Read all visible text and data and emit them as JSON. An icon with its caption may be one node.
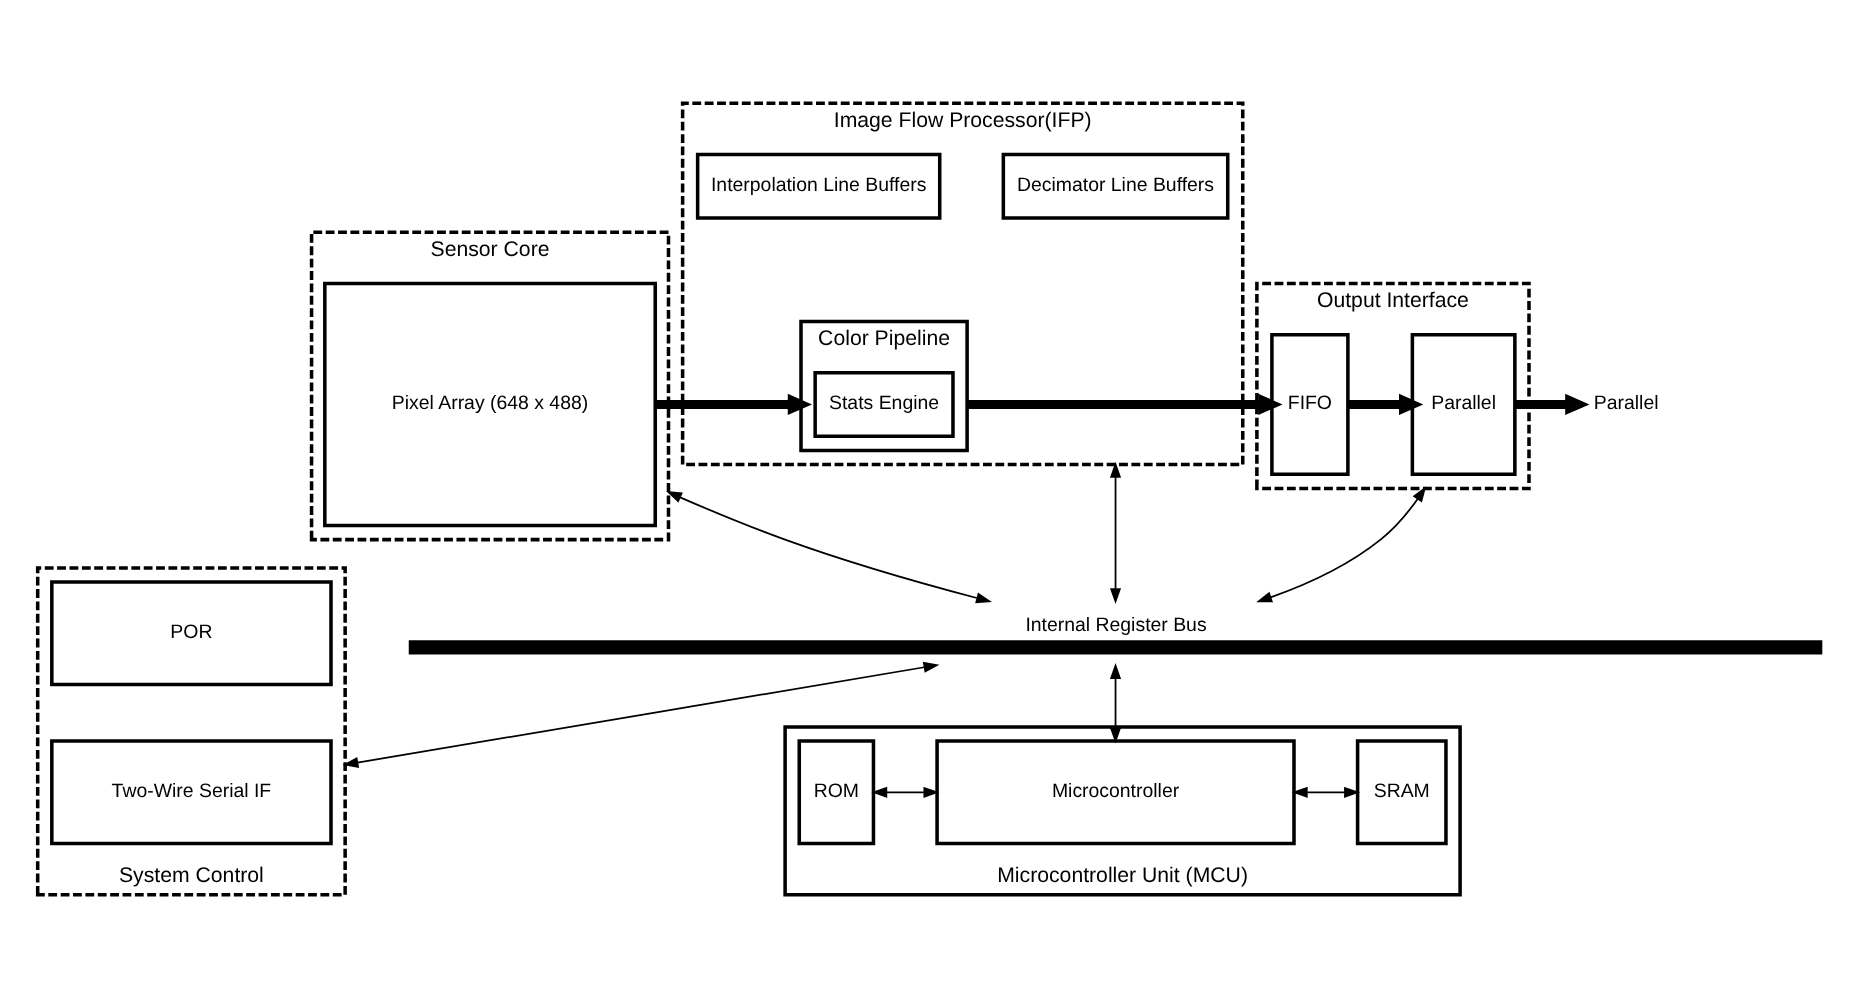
{
  "diagram": {
    "nodes": [
      {
        "text": [
          "Sensor Core"
        ]
      },
      {
        "text": [
          "Pixel Array (648 x 488)"
        ],
        "in": 0
      },
      {
        "text": [
          "Image Flow Processor(IFP)"
        ]
      },
      {
        "text": [
          "Interpolation Line Buffers"
        ],
        "in": 2
      },
      {
        "text": [
          "Decimator Line Buffers"
        ],
        "in": 2
      },
      {
        "text": [
          "Color Pipeline"
        ],
        "in": 2
      },
      {
        "text": [
          "Stats Engine"
        ],
        "in": 5
      },
      {
        "text": [
          "Output Interface"
        ]
      },
      {
        "text": [
          "FIFO"
        ],
        "in": 7
      },
      {
        "text": [
          "Parallel"
        ],
        "in": 7
      },
      {
        "text": [
          "Parallel"
        ]
      },
      {
        "text": [
          "Internal Register Bus"
        ]
      },
      {
        "text": [
          "System Control"
        ]
      },
      {
        "text": [
          "POR"
        ],
        "in": 12
      },
      {
        "text": [
          "Two-Wire Serial IF"
        ],
        "in": 12
      },
      {
        "text": [
          "Microcontroller Unit (MCU)"
        ]
      },
      {
        "text": [
          "ROM"
        ],
        "in": 15
      },
      {
        "text": [
          "Microcontroller"
        ],
        "in": 15
      },
      {
        "text": [
          "SRAM"
        ],
        "in": 15
      }
    ],
    "edges": [
      {
        "from": 1,
        "to": 5,
        "arrow": "to",
        "style": "thick"
      },
      {
        "from": 5,
        "to": 8,
        "arrow": "to",
        "style": "thick"
      },
      {
        "from": 8,
        "to": 9,
        "arrow": "to",
        "style": "thick"
      },
      {
        "from": 9,
        "to": 10,
        "arrow": "to",
        "style": "thick"
      },
      {
        "from": 0,
        "to": 11,
        "arrow": "both"
      },
      {
        "from": 2,
        "to": 11,
        "arrow": "both"
      },
      {
        "from": 7,
        "to": 11,
        "arrow": "both"
      },
      {
        "from": 11,
        "to": 12,
        "arrow": "both"
      },
      {
        "from": 11,
        "to": 17,
        "arrow": "both"
      },
      {
        "from": 16,
        "to": 17,
        "arrow": "both"
      },
      {
        "from": 17,
        "to": 18,
        "arrow": "both"
      }
    ]
  }
}
